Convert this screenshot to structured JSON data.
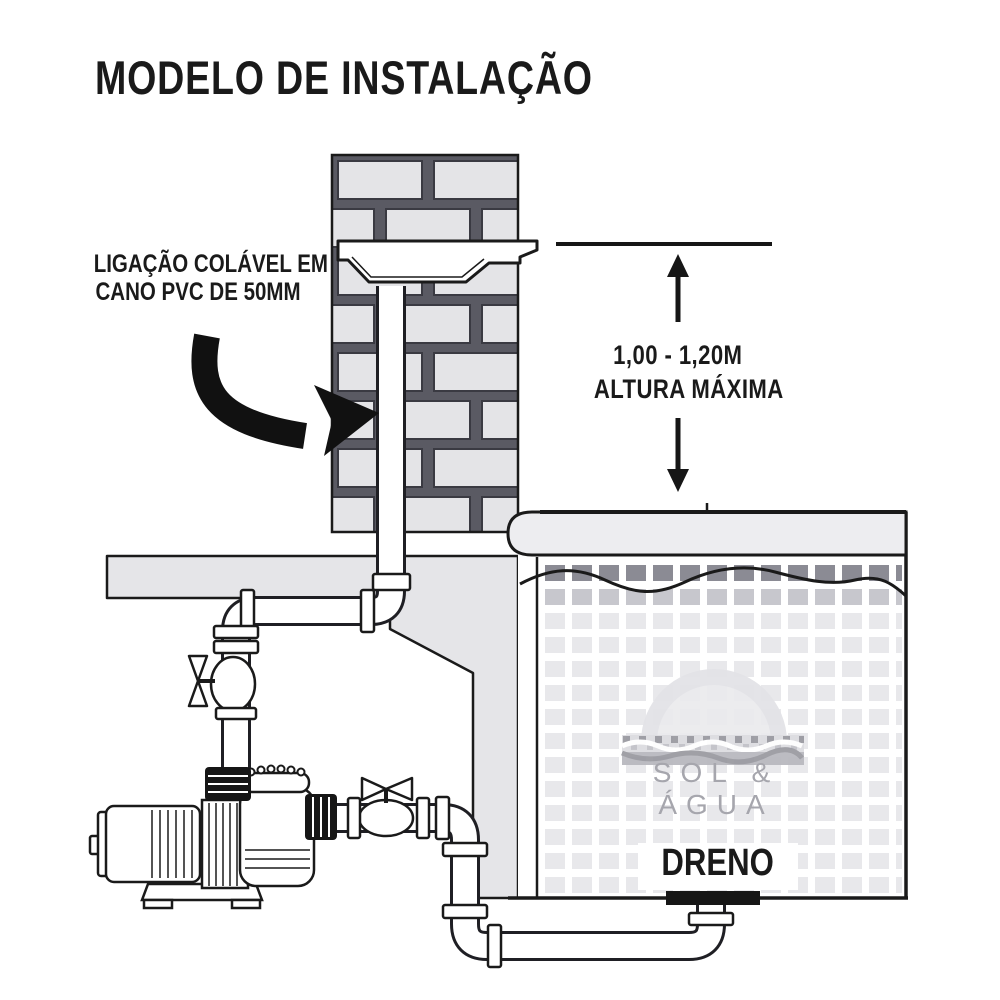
{
  "title": "MODELO DE INSTALAÇÃO",
  "annotations": {
    "pipe_note": {
      "line1": "LIGAÇÃO COLÁVEL EM",
      "line2": "CANO PVC DE 50MM"
    },
    "height": {
      "value": "1,00 - 1,20M",
      "label": "ALTURA MÁXIMA"
    },
    "drain_label": "DRENO",
    "watermark": "SOL & ÁGUA"
  },
  "components": [
    "brick-wall",
    "waterfall-spout",
    "pvc-discharge-pipe",
    "check-valve",
    "gate-valve",
    "pump",
    "pool",
    "water-line",
    "drain-fitting",
    "suction-pipe",
    "concrete-slab",
    "height-measure-arrows",
    "curved-pointer-arrow"
  ],
  "colors": {
    "ink": "#1a1a1a",
    "brick_fill": "#e4e4e7",
    "mortar": "#5a5a63",
    "ground": "#e5e5e8",
    "coping": "#ededf0",
    "tile_dark": "#8b8b94",
    "tile_mid": "#c7c7cd",
    "tile_light": "#e8e8eb",
    "watermark_gray": "#a6a6ad"
  }
}
